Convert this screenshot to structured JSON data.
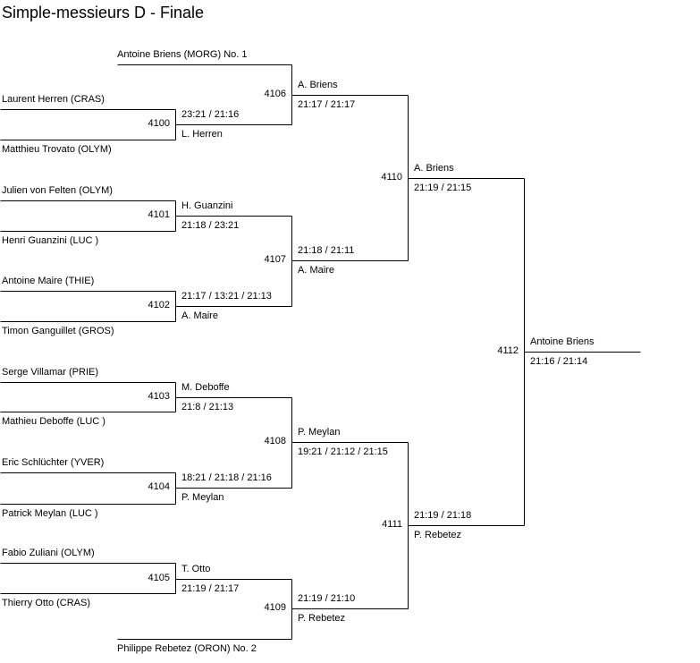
{
  "title": "Simple-messieurs D - Finale",
  "players": [
    "Antoine Briens (MORG) No. 1",
    "Laurent Herren (CRAS)",
    "Matthieu Trovato (OLYM)",
    "Julien von Felten (OLYM)",
    "Henri Guanzini (LUC )",
    "Antoine Maire (THIE)",
    "Timon Ganguillet (GROS)",
    "Serge Villamar (PRIE)",
    "Mathieu Deboffe (LUC )",
    "Eric Schlüchter (YVER)",
    "Patrick Meylan (LUC )",
    "Fabio Zuliani (OLYM)",
    "Thierry Otto (CRAS)",
    "Philippe Rebetez (ORON) No. 2"
  ],
  "matches": [
    {
      "id": "4100",
      "winner": "L. Herren",
      "score": "23:21 / 21:16"
    },
    {
      "id": "4101",
      "winner": "H. Guanzini",
      "score": "21:18 / 23:21"
    },
    {
      "id": "4102",
      "winner": "A. Maire",
      "score": "21:17 / 13:21 / 21:13"
    },
    {
      "id": "4103",
      "winner": "M. Deboffe",
      "score": "21:8 / 21:13"
    },
    {
      "id": "4104",
      "winner": "P. Meylan",
      "score": "18:21 / 21:18 / 21:16"
    },
    {
      "id": "4105",
      "winner": "T. Otto",
      "score": "21:19 / 21:17"
    },
    {
      "id": "4106",
      "winner": "A. Briens",
      "score": "21:17 / 21:17"
    },
    {
      "id": "4107",
      "winner": "A. Maire",
      "score": "21:18 / 21:11"
    },
    {
      "id": "4108",
      "winner": "P. Meylan",
      "score": "19:21 / 21:12 / 21:15"
    },
    {
      "id": "4109",
      "winner": "P. Rebetez",
      "score": "21:19 / 21:10"
    },
    {
      "id": "4110",
      "winner": "A. Briens",
      "score": "21:19 / 21:15"
    },
    {
      "id": "4111",
      "winner": "P. Rebetez",
      "score": "21:19 / 21:18"
    },
    {
      "id": "4112",
      "winner": "Antoine Briens",
      "score": "21:16 / 21:14"
    }
  ]
}
